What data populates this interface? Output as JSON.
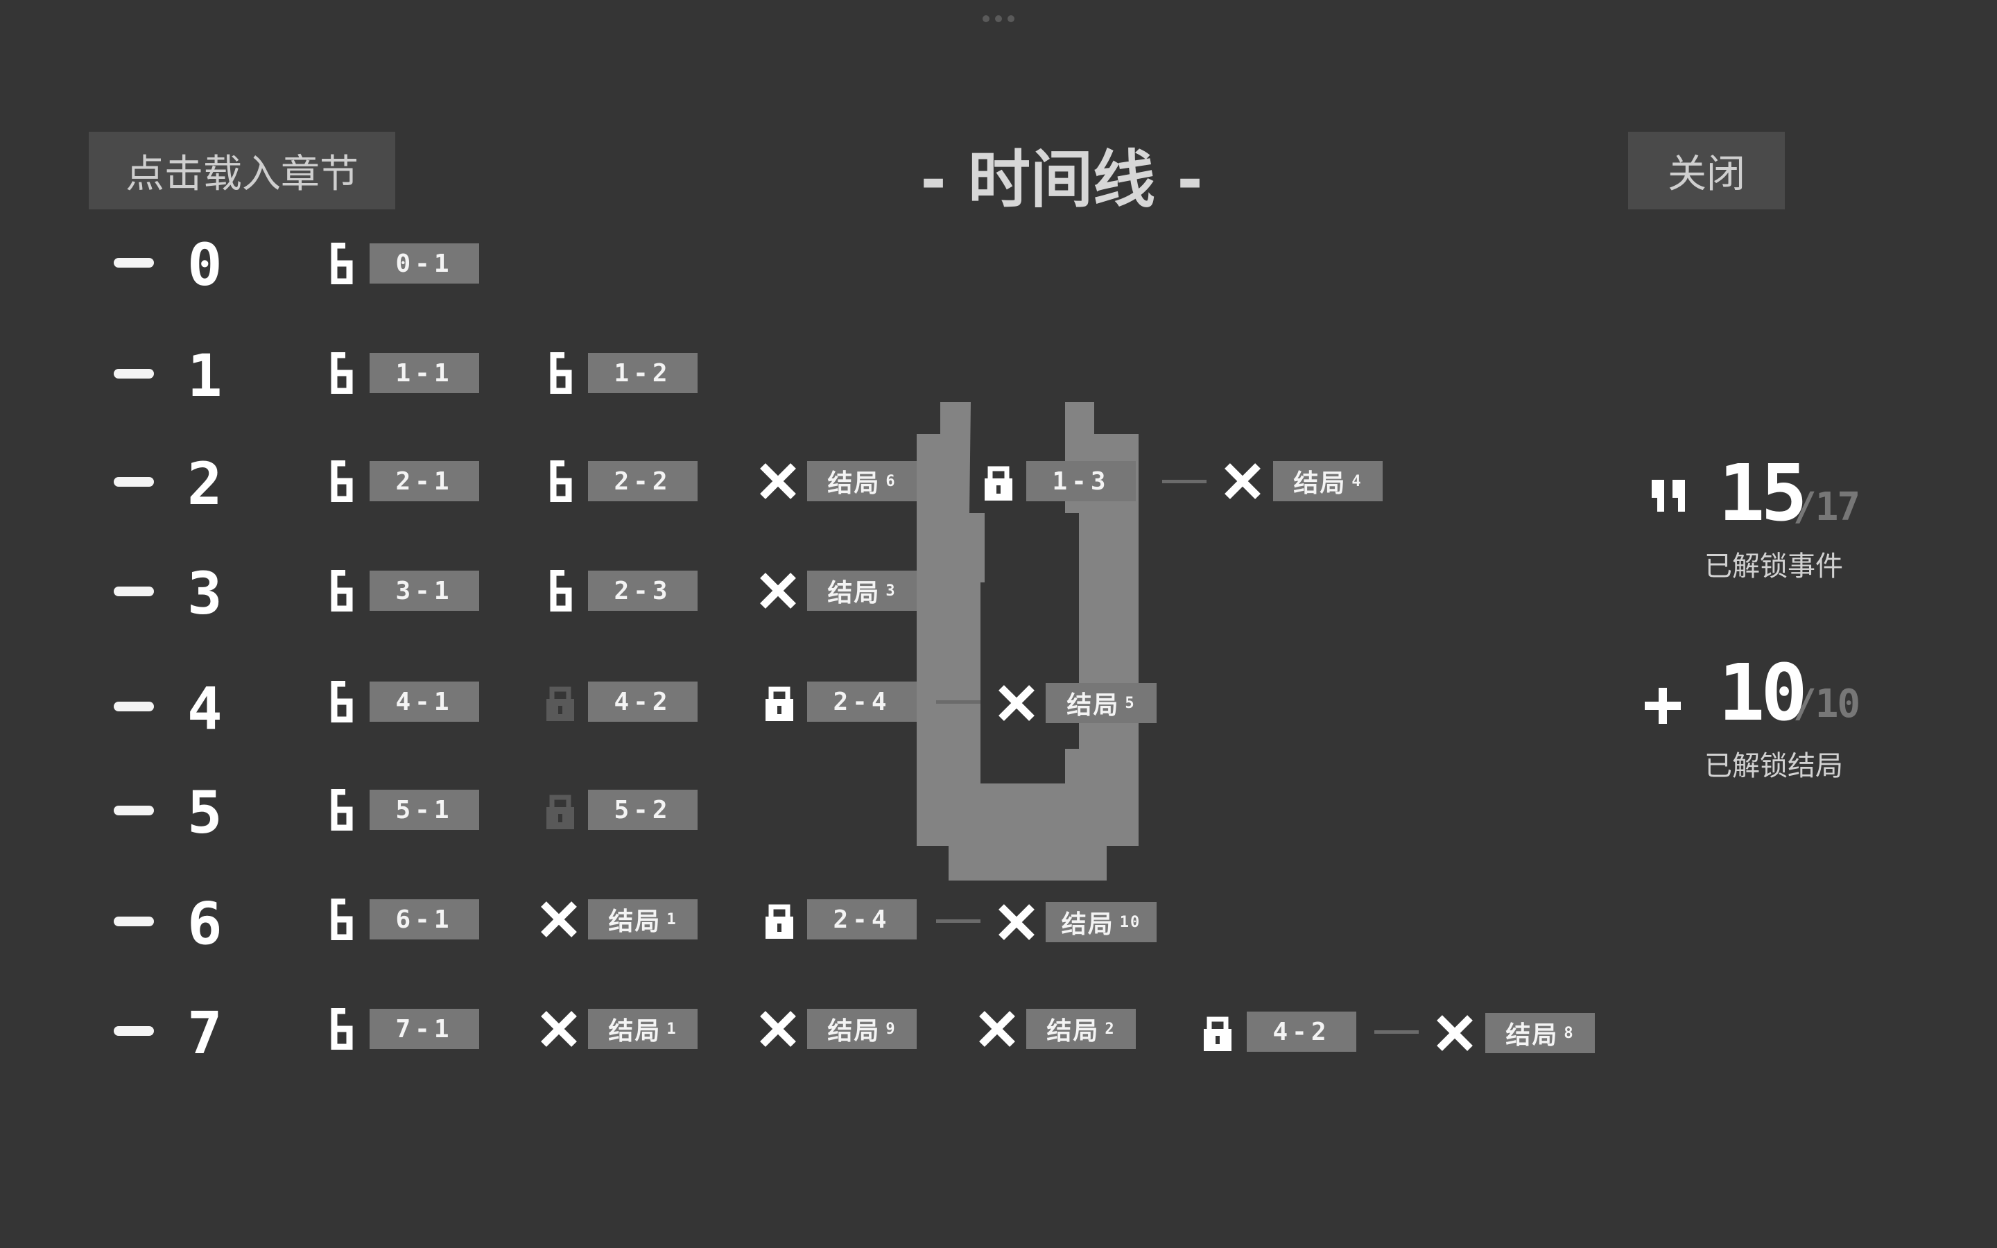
{
  "header": {
    "load_button": "点击载入章节",
    "title": "- 时间线 -",
    "close_button": "关闭"
  },
  "chapters": [
    "0",
    "1",
    "2",
    "3",
    "4",
    "5",
    "6",
    "7"
  ],
  "nodes": {
    "n0_1": "0-1",
    "n1_1": "1-1",
    "n1_2": "1-2",
    "n2_1": "2-1",
    "n2_2": "2-2",
    "n2_end6": "结局",
    "n2_end6_num": "6",
    "n2_lock13": "1-3",
    "n2_end4": "结局",
    "n2_end4_num": "4",
    "n3_1": "3-1",
    "n3_2": "2-3",
    "n3_end3": "结局",
    "n3_end3_num": "3",
    "n4_1": "4-1",
    "n4_2": "4-2",
    "n4_lock24": "2-4",
    "n4_end5": "结局",
    "n4_end5_num": "5",
    "n5_1": "5-1",
    "n5_2": "5-2",
    "n6_1": "6-1",
    "n6_end1": "结局",
    "n6_end1_num": "1",
    "n6_lock24": "2-4",
    "n6_end10": "结局",
    "n6_end10_num": "10",
    "n7_1": "7-1",
    "n7_end1": "结局",
    "n7_end1_num": "1",
    "n7_end9": "结局",
    "n7_end9_num": "9",
    "n7_end2": "结局",
    "n7_end2_num": "2",
    "n7_lock42": "4-2",
    "n7_end8": "结局",
    "n7_end8_num": "8"
  },
  "stats": {
    "events_unlocked": "15",
    "events_total": "17",
    "events_label": "已解锁事件",
    "endings_unlocked": "10",
    "endings_total": "10",
    "endings_label": "已解锁结局",
    "events_icon": "quote-icon",
    "endings_icon": "plus-icon"
  },
  "colors": {
    "background": "#353535",
    "badge": "#777777",
    "button": "#4a4a4a",
    "overlay": "#838383",
    "locked_dim": "#595959"
  }
}
